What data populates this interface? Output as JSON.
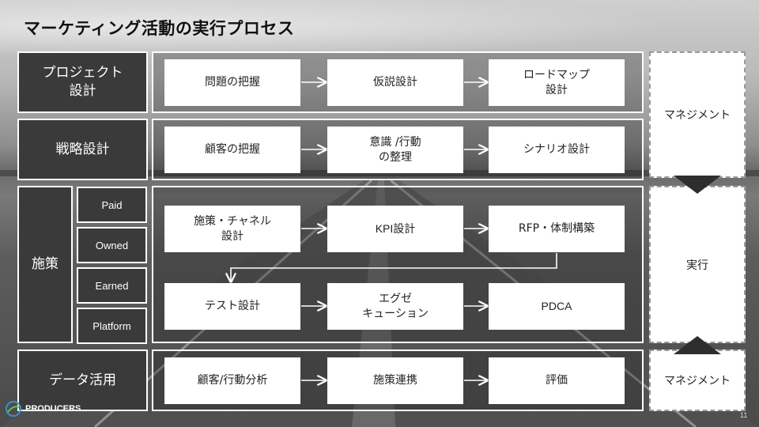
{
  "title": "マーケティング活動の実行プロセス",
  "rows": {
    "project": {
      "label": "プロジェクト\n設計",
      "steps": [
        "問題の把握",
        "仮説設計",
        "ロードマップ\n設計"
      ]
    },
    "strategy": {
      "label": "戦略設計",
      "steps": [
        "顧客の把握",
        "意識 /行動\nの整理",
        "シナリオ設計"
      ]
    },
    "measures": {
      "label": "施策",
      "channels": [
        "Paid",
        "Owned",
        "Earned",
        "Platform"
      ],
      "steps_top": [
        "施策・チャネル\n設計",
        "KPI設計",
        "RFP・体制構築"
      ],
      "steps_bottom": [
        "テスト設計",
        "エグゼ\nキューション",
        "PDCA"
      ]
    },
    "data": {
      "label": "データ活用",
      "steps": [
        "顧客/行動分析",
        "施策連携",
        "評価"
      ]
    }
  },
  "side": {
    "top": "マネジメント",
    "middle": "実行",
    "bottom": "マネジメント"
  },
  "logo": {
    "text": "PRODUCERS"
  },
  "slide_number": "11",
  "colors": {
    "label_bg": "#3a3a3a",
    "frame": "#ffffff",
    "box": "#ffffff",
    "arrow_fill": "#2e2e2e"
  }
}
